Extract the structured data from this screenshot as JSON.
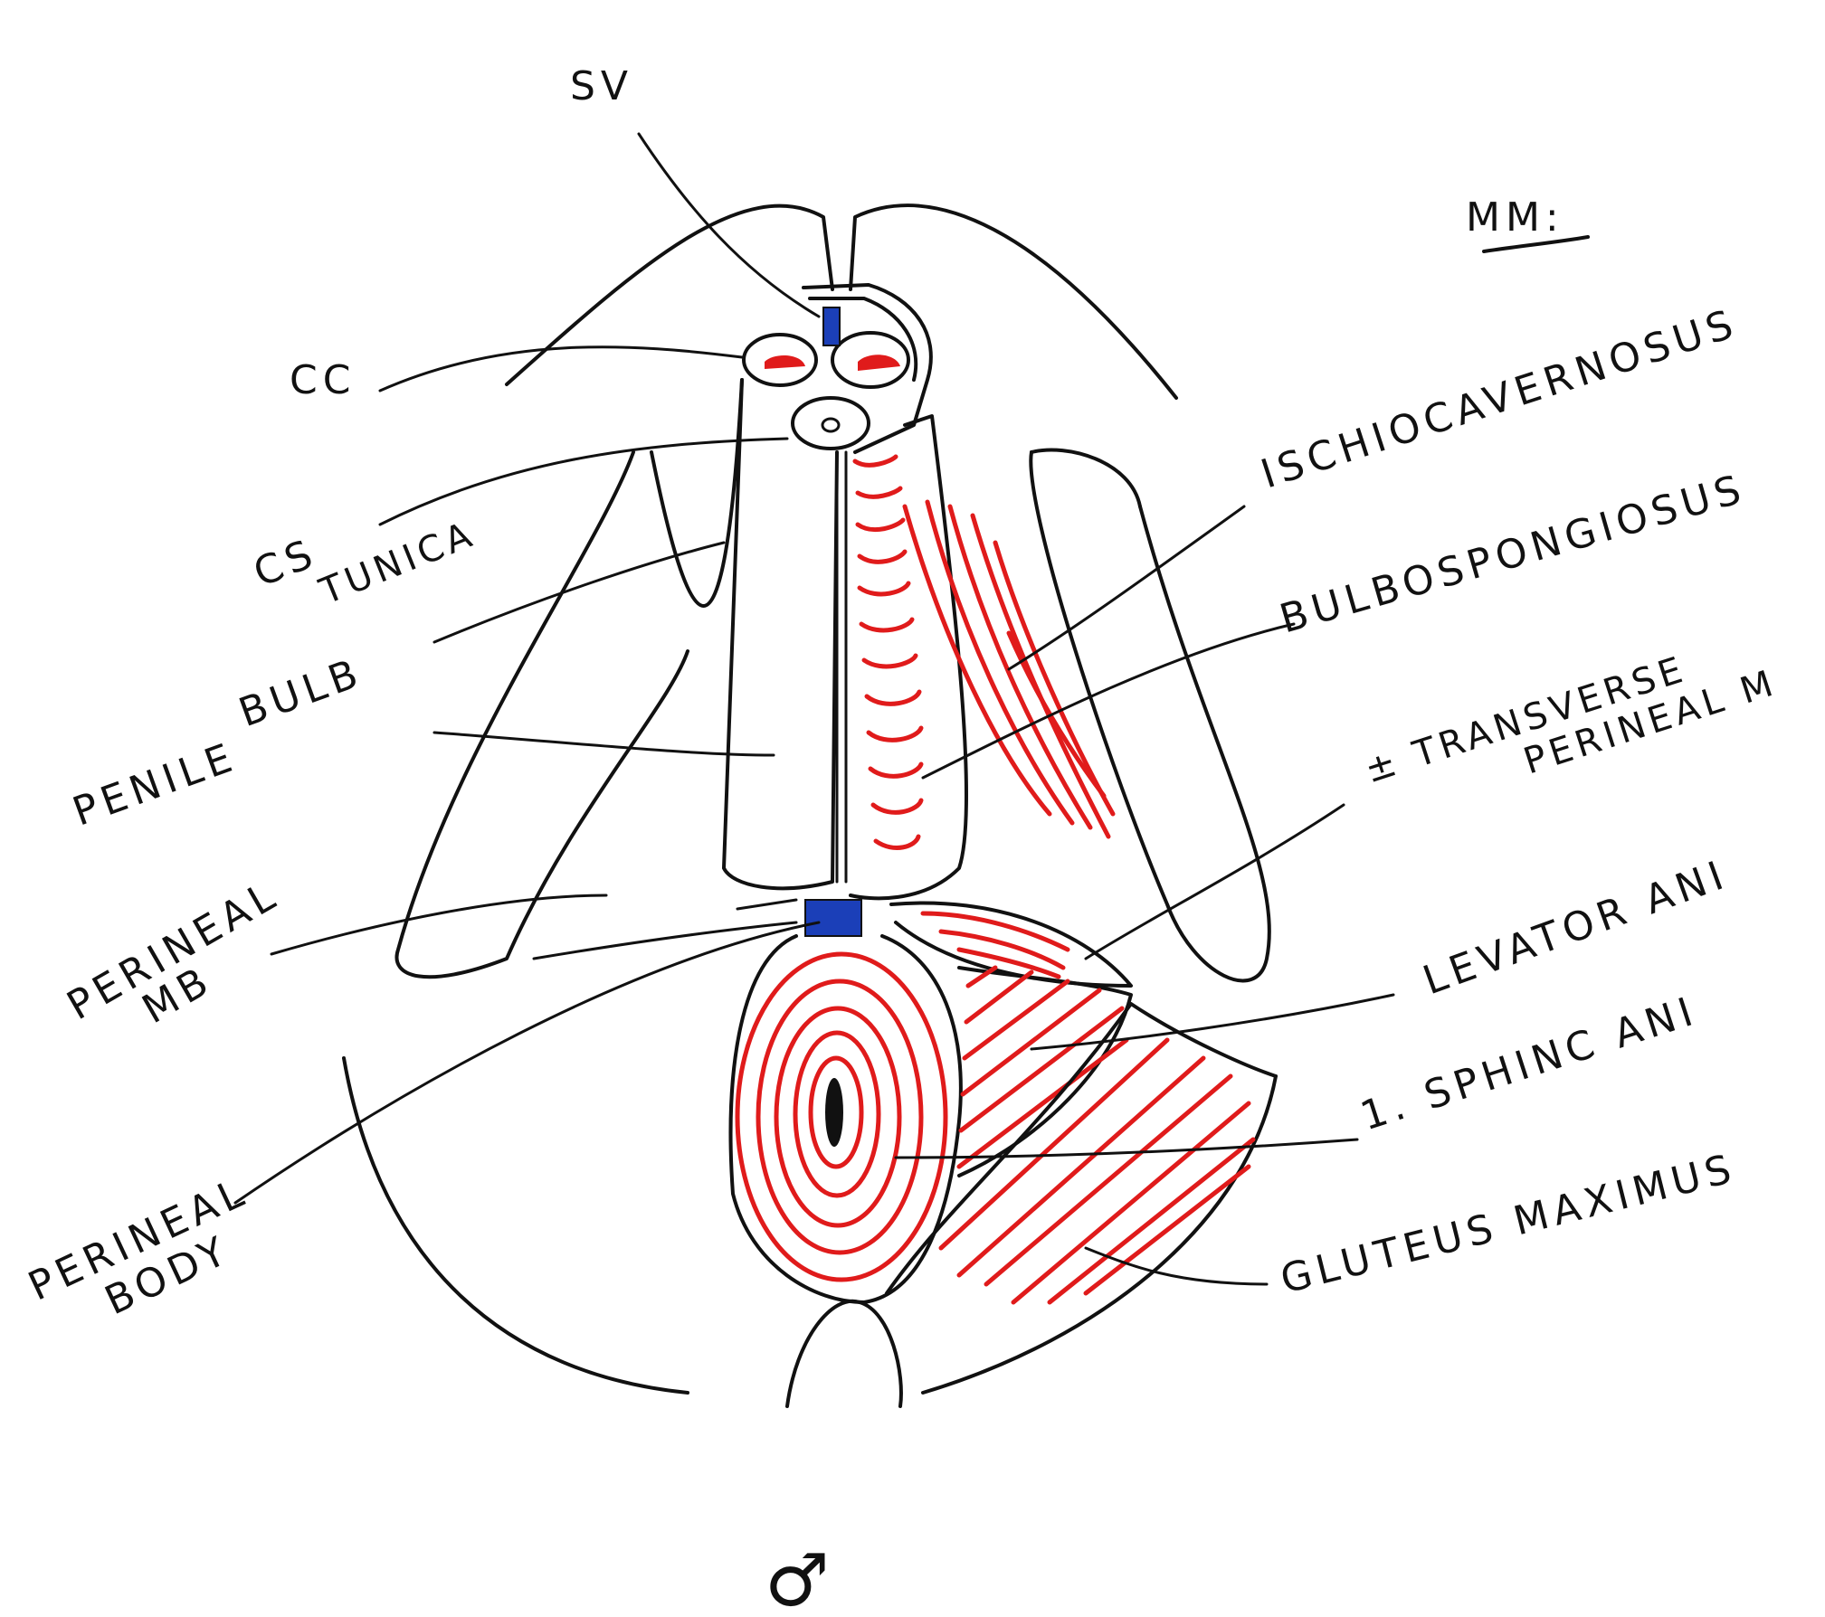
{
  "labels": {
    "sv": "SV",
    "mm": "MM:",
    "cc": "CC",
    "cs_tunica": [
      "CS",
      "TUNICA"
    ],
    "penile_bulb": [
      "PENILE",
      "BULB"
    ],
    "perineal_mb": [
      "PERINEAL",
      "MB"
    ],
    "perineal_body": [
      "PERINEAL",
      "BODY"
    ],
    "ischiocavernosus": "ISCHIOCAVERNOSUS",
    "bulbospongiosus": "BULBOSPONGIOSUS",
    "transverse_perineal": [
      "± TRANSVERSE",
      "PERINEAL M"
    ],
    "levator_ani": "LEVATOR ANI",
    "sphincter_ani": "1. SPHINC ANI",
    "gluteus_maximus": "GLUTEUS MAXIMUS",
    "male_symbol": "♂"
  },
  "colors": {
    "ink": "#111111",
    "muscle": "#e01b1b",
    "vessel": "#1b3fb8"
  }
}
